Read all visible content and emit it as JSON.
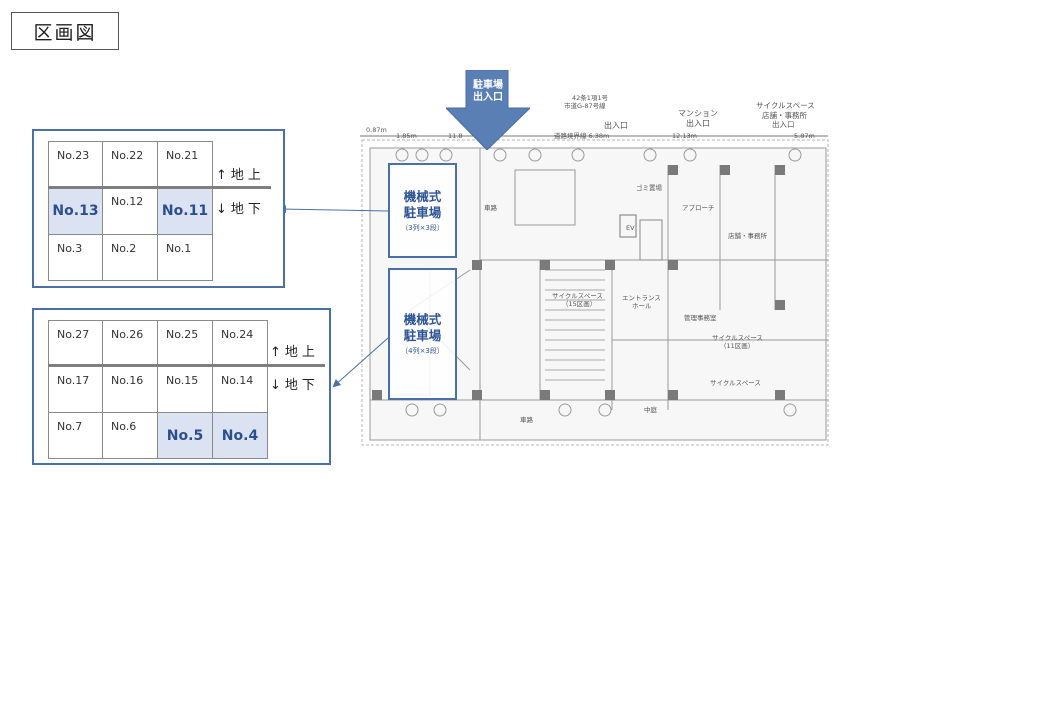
{
  "title": "区画図",
  "entrance": {
    "label_line1": "駐車場",
    "label_line2": "出入口",
    "color": "#5a7fb5"
  },
  "mechanical_parking": [
    {
      "title_line1": "機械式",
      "title_line2": "駐車場",
      "subtitle": "（3列×3段）"
    },
    {
      "title_line1": "機械式",
      "title_line2": "駐車場",
      "subtitle": "（4列×3段）"
    }
  ],
  "levels": {
    "above": "地上",
    "below": "地下",
    "up_arrow": "↑",
    "down_arrow": "↓"
  },
  "panel_1": {
    "rows": [
      [
        "No.23",
        "No.22",
        "No.21"
      ],
      [
        "No.13",
        "No.12",
        "No.11"
      ],
      [
        "No.3",
        "No.2",
        "No.1"
      ]
    ],
    "highlighted": [
      "No.13",
      "No.11"
    ]
  },
  "panel_2": {
    "rows": [
      [
        "No.27",
        "No.26",
        "No.25",
        "No.24"
      ],
      [
        "No.17",
        "No.16",
        "No.15",
        "No.14"
      ],
      [
        "No.7",
        "No.6",
        "No.5",
        "No.4"
      ]
    ],
    "highlighted": [
      "No.5",
      "No.4"
    ]
  },
  "floorplan_labels": {
    "top_left_dim": "0.87m",
    "dim_1": "1.85m",
    "dim_2": "11.8",
    "road_line": "道路境界線 6.38m",
    "dim_3": "12.13m",
    "dim_4": "5.87m",
    "road_name_1": "42条1項1号",
    "road_name_2": "市道G-87号線",
    "exit_1": "出入口",
    "mansion_1": "マンション",
    "mansion_2": "出入口",
    "cycle_1": "サイクルスペース",
    "cycle_2": "店舗・事務所",
    "cycle_3": "出入口",
    "road_left": "車路",
    "road_bottom": "車路",
    "garbage": "ゴミ置場",
    "ev": "EV",
    "approach": "アプローチ",
    "shop": "店舗・事務所",
    "entrance_hall_1": "エントランス",
    "entrance_hall_2": "ホール",
    "management": "管理事務室",
    "cycle_15": "サイクルスペース",
    "cycle_15b": "（15区画）",
    "cycle_11": "サイクルスペース",
    "cycle_11b": "（11区画）",
    "cycle_right": "サイクルスペース",
    "nakaniwa": "中庭"
  }
}
